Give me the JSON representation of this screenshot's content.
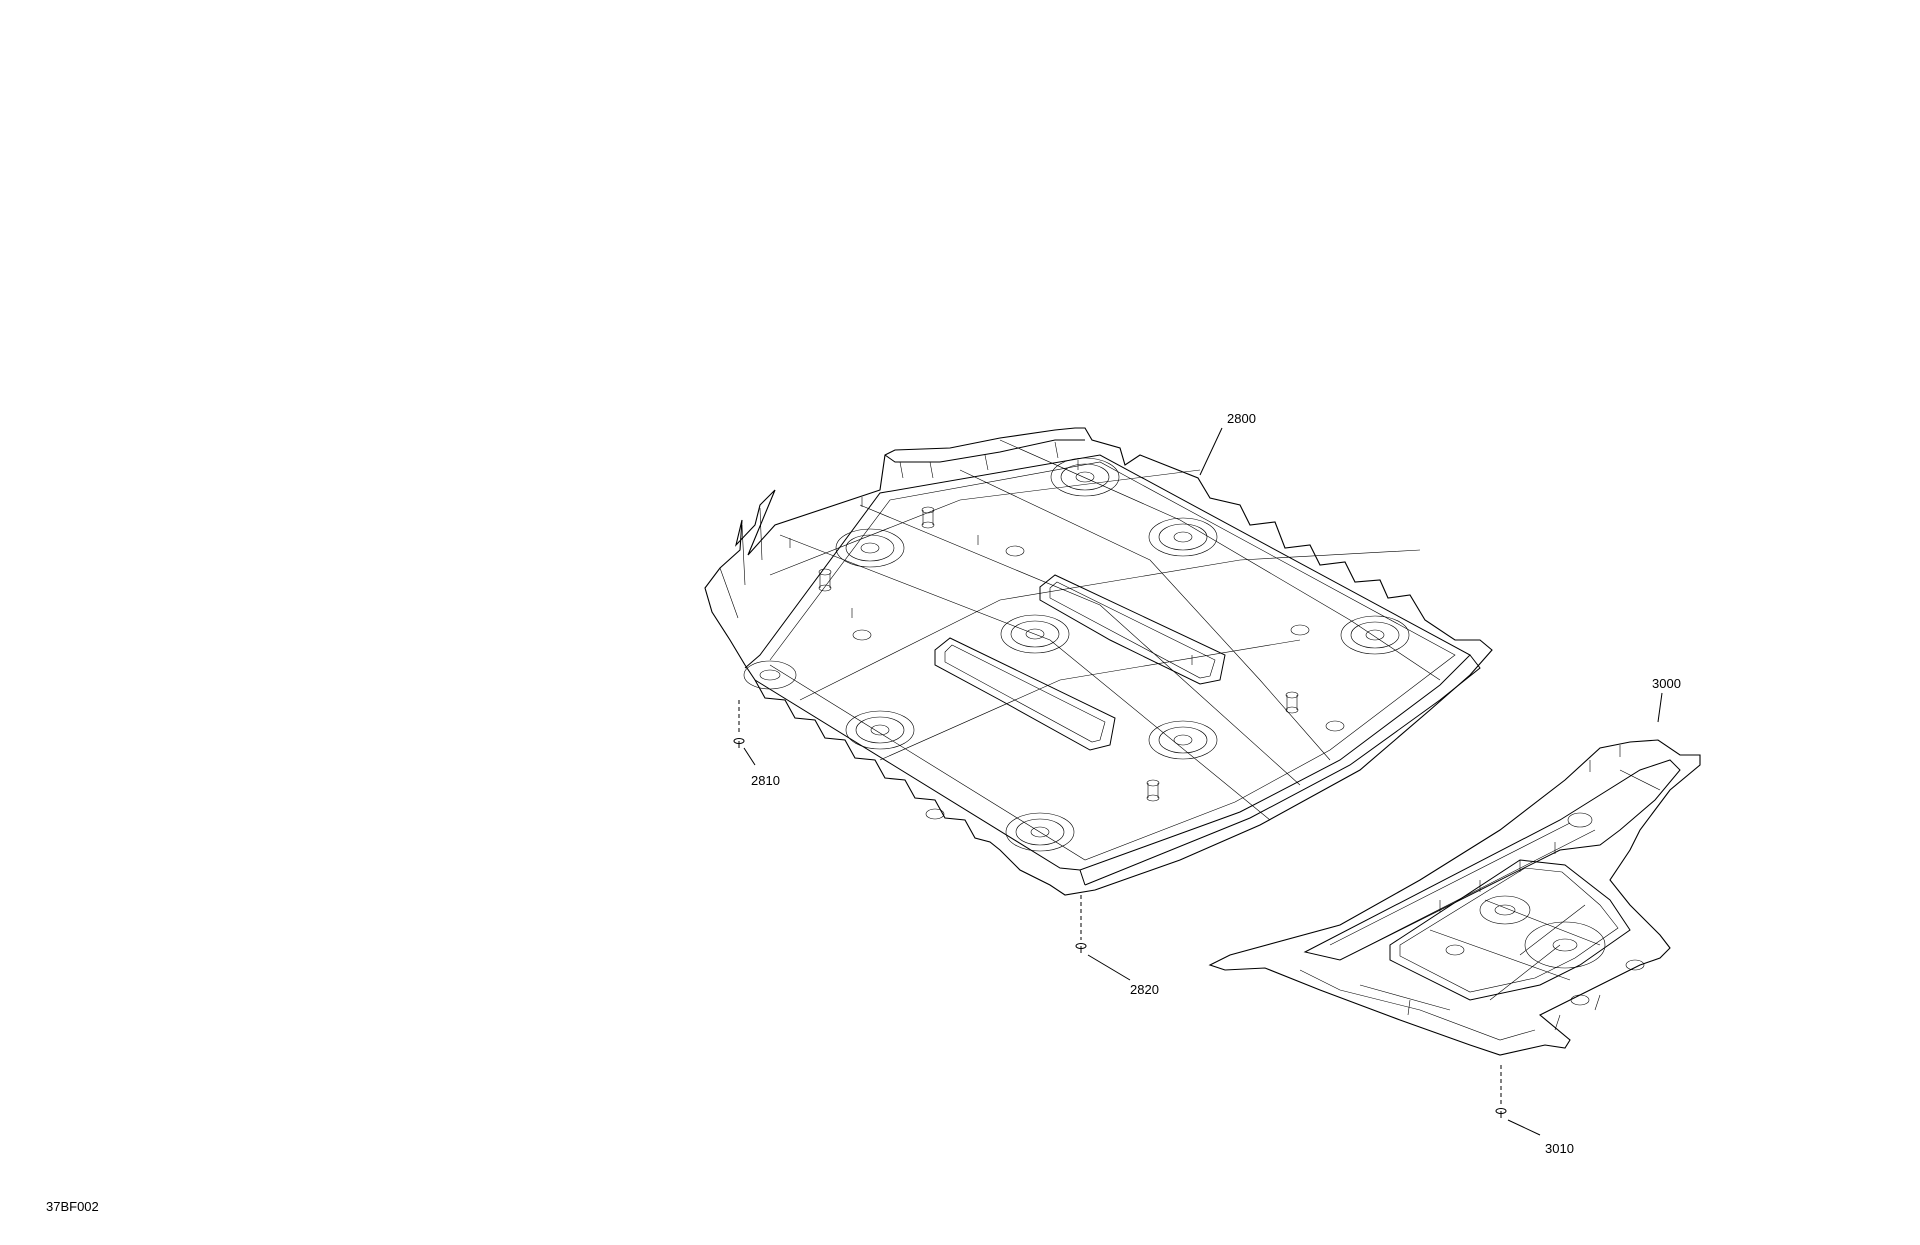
{
  "figure_id": "37BF002",
  "callouts": [
    {
      "id": "c2800",
      "label": "2800"
    },
    {
      "id": "c2810",
      "label": "2810"
    },
    {
      "id": "c2820",
      "label": "2820"
    },
    {
      "id": "c3000",
      "label": "3000"
    },
    {
      "id": "c3010",
      "label": "3010"
    }
  ]
}
